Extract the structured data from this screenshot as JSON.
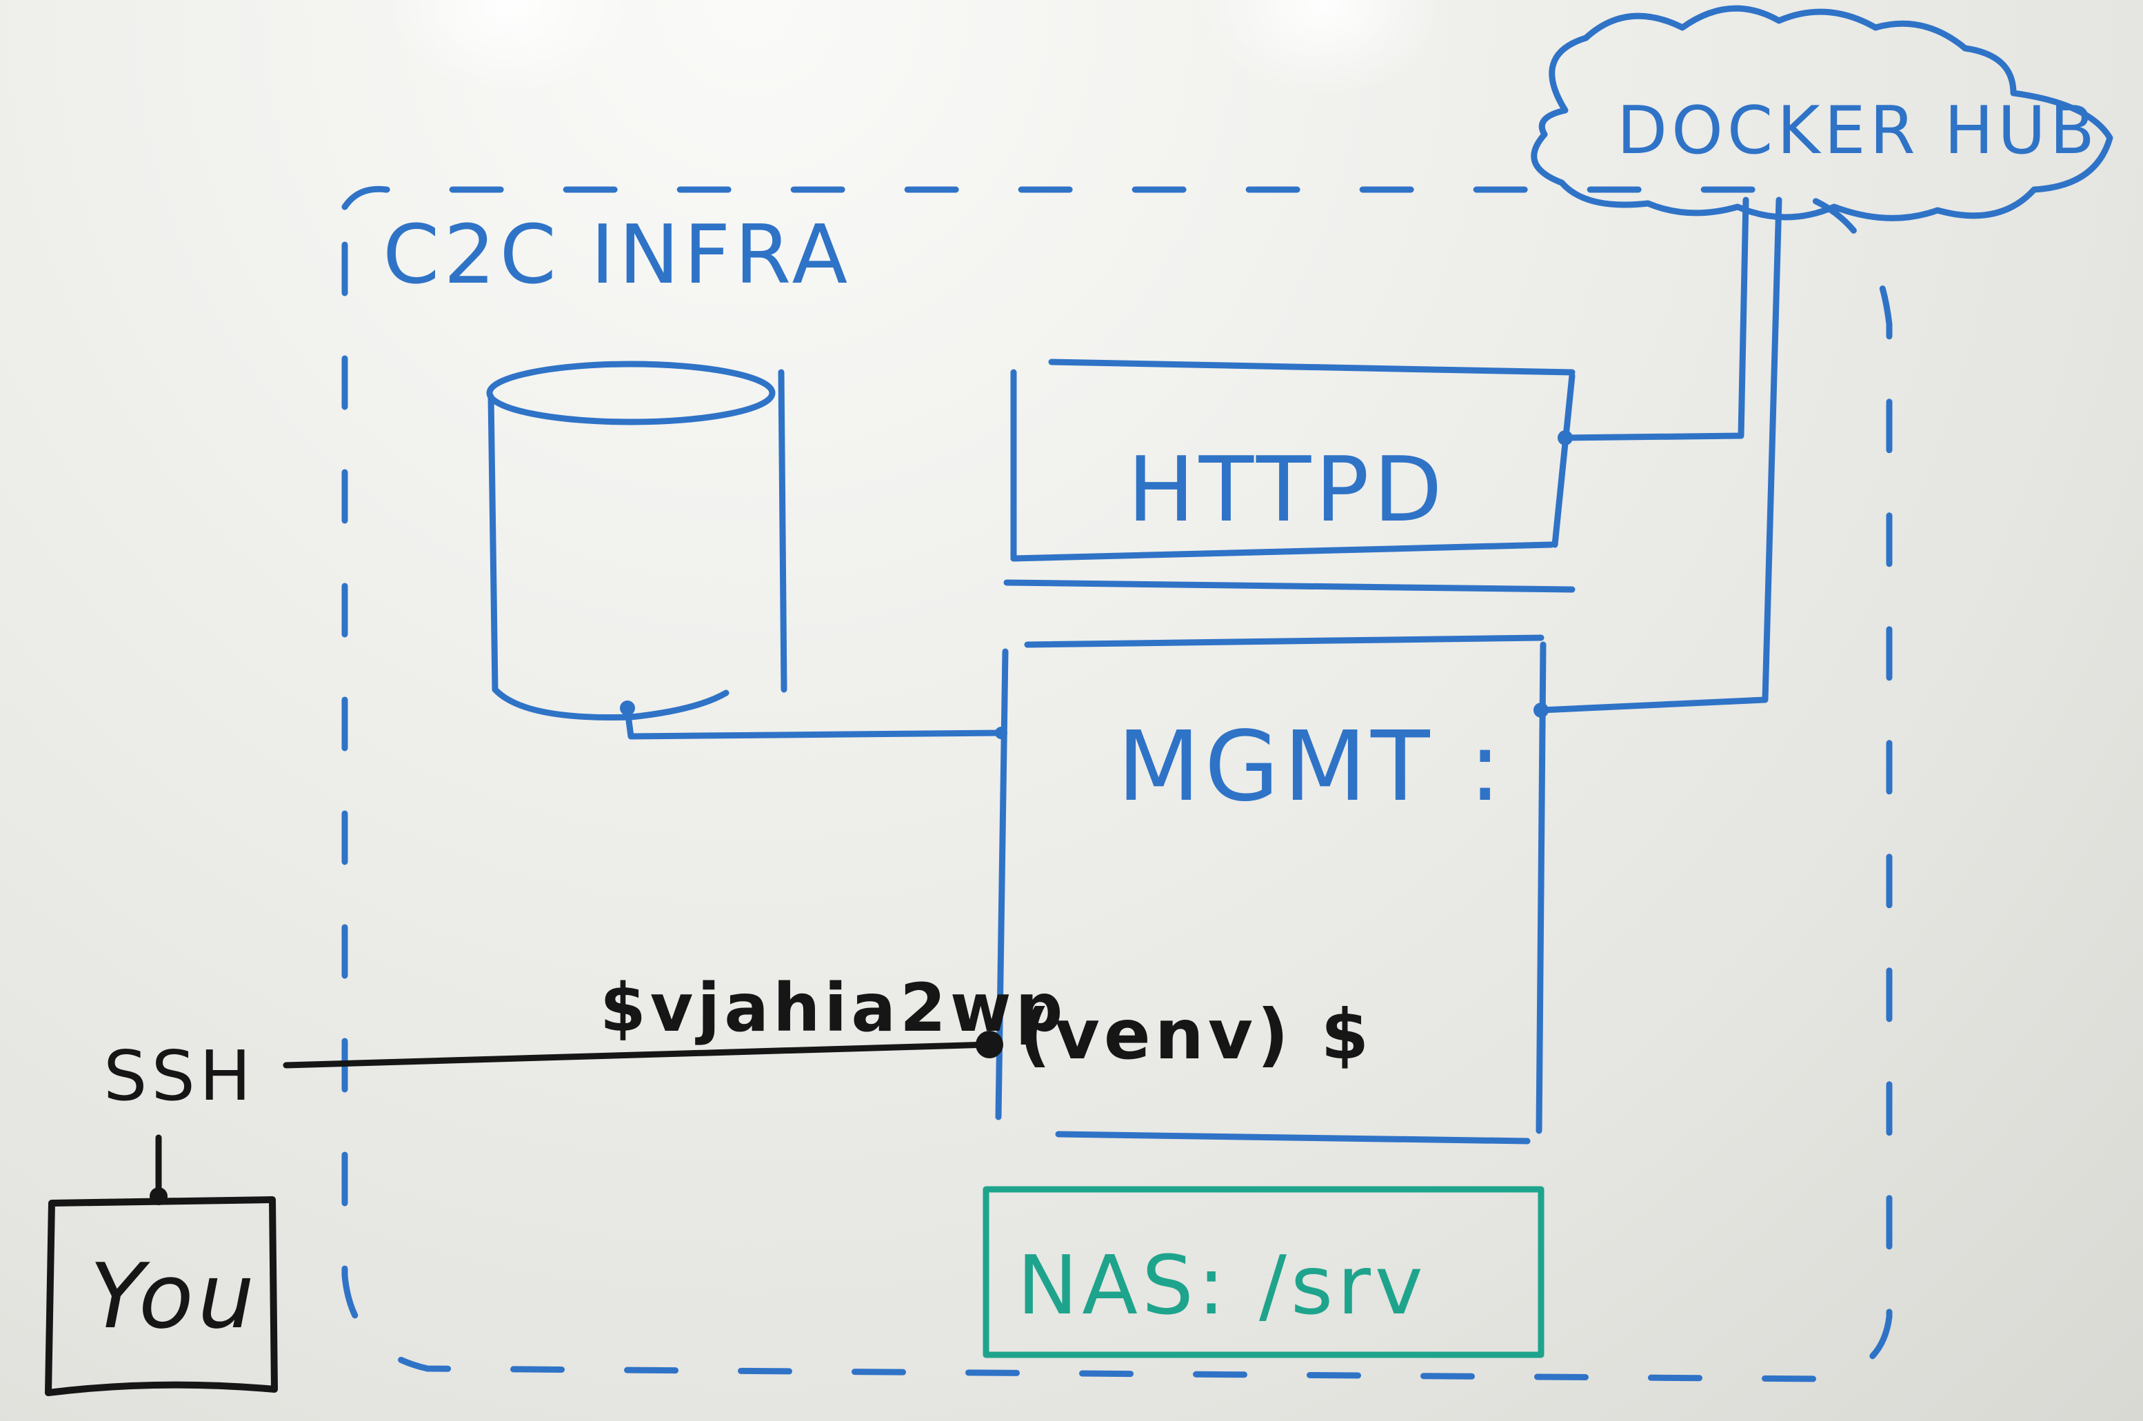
{
  "diagram": {
    "boundary_label": "C2C INFRA",
    "cloud_label": "DOCKER HUB",
    "httpd_label": "HTTPD",
    "mgmt_label": "MGMT :",
    "nas_label": "NAS: /srv",
    "ssh_label": "SSH",
    "you_label": "You",
    "prompt_remote": "$vjahia2wp",
    "prompt_venv": "(venv) $"
  },
  "colors": {
    "blue_marker": "#2f73c7",
    "teal_marker": "#1ea48c",
    "black_marker": "#161616"
  }
}
